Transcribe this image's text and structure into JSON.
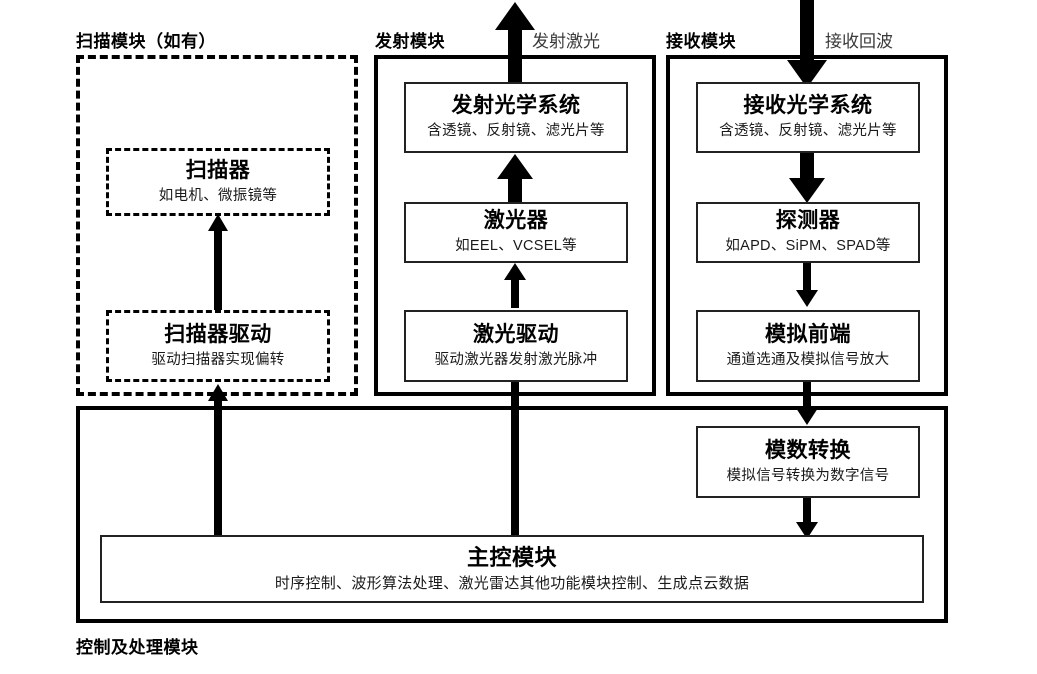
{
  "diagram": {
    "title_alt": "激光雷达系统框图",
    "groups": [
      {
        "key": "scan",
        "caption": "扫描模块（如有）",
        "style": "dashed"
      },
      {
        "key": "emit",
        "caption": "发射模块",
        "style": "solid"
      },
      {
        "key": "receive",
        "caption": "接收模块",
        "style": "solid"
      },
      {
        "key": "control",
        "caption": "控制及处理模块",
        "style": "solid"
      }
    ],
    "flow_labels": [
      {
        "key": "emit_beam",
        "text": "发射激光"
      },
      {
        "key": "receive_echo",
        "text": "接收回波"
      }
    ],
    "nodes": {
      "scanner": {
        "title": "扫描器",
        "sub": "如电机、微振镜等"
      },
      "scanner_driver": {
        "title": "扫描器驱动",
        "sub": "驱动扫描器实现偏转"
      },
      "emit_optics": {
        "title": "发射光学系统",
        "sub": "含透镜、反射镜、滤光片等"
      },
      "laser": {
        "title": "激光器",
        "sub": "如EEL、VCSEL等"
      },
      "laser_driver": {
        "title": "激光驱动",
        "sub": "驱动激光器发射激光脉冲"
      },
      "recv_optics": {
        "title": "接收光学系统",
        "sub": "含透镜、反射镜、滤光片等"
      },
      "detector": {
        "title": "探测器",
        "sub": "如APD、SiPM、SPAD等"
      },
      "afe": {
        "title": "模拟前端",
        "sub": "通道选通及模拟信号放大"
      },
      "adc": {
        "title": "模数转换",
        "sub": "模拟信号转换为数字信号"
      },
      "mcu": {
        "title": "主控模块",
        "sub": "时序控制、波形算法处理、激光雷达其他功能模块控制、生成点云数据"
      }
    },
    "colors": {
      "stroke": "#000000",
      "node_border": "#222222",
      "background": "#ffffff",
      "flow_label": "#3a3a3a"
    }
  }
}
